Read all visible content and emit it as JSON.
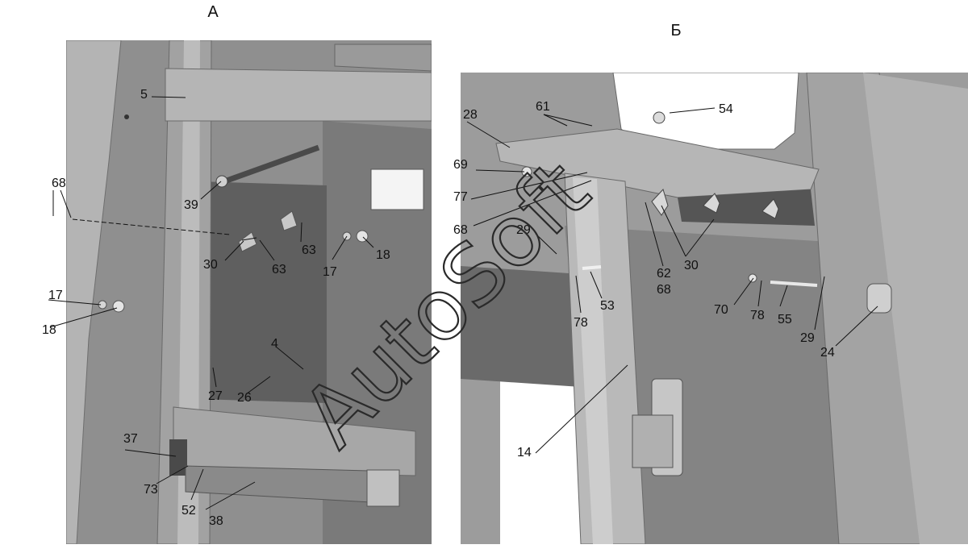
{
  "views": [
    {
      "id": "A",
      "title": "А"
    },
    {
      "id": "B",
      "title": "Б"
    }
  ],
  "callouts": {
    "A": [
      "5",
      "68",
      "39",
      "30",
      "63",
      "63",
      "17",
      "18",
      "17",
      "18",
      "4",
      "27",
      "26",
      "37",
      "73",
      "52",
      "38"
    ],
    "B": [
      "28",
      "61",
      "54",
      "69",
      "77",
      "68",
      "29",
      "62",
      "68",
      "30",
      "78",
      "53",
      "70",
      "78",
      "55",
      "29",
      "24",
      "14"
    ]
  },
  "watermark": "AutoSoft",
  "colors": {
    "background": "#ffffff",
    "part": "#a9a9a9",
    "part_dark": "#7f7f7f",
    "part_light": "#c8c8c8",
    "ink": "#111111"
  }
}
